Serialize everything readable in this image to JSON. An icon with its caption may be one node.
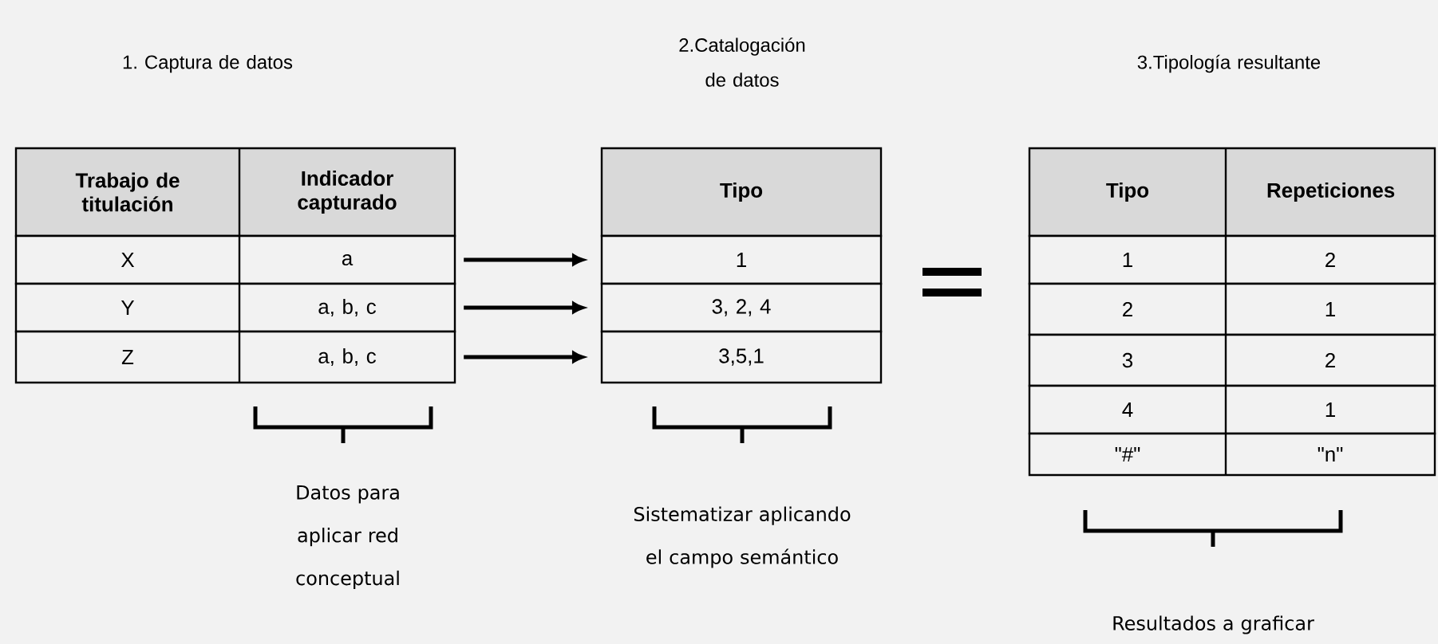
{
  "diagram": {
    "nodes": [
      {
        "text": [
          "Trabajo de titulación",
          "Indicador capturado"
        ]
      },
      {
        "text": [
          "X",
          "a"
        ]
      },
      {
        "text": [
          "Y",
          "a, b, c"
        ]
      },
      {
        "text": [
          "Z",
          "a, b, c"
        ]
      },
      {
        "text": [
          "Tipo"
        ]
      },
      {
        "text": [
          "1"
        ]
      },
      {
        "text": [
          "3, 2, 4"
        ]
      },
      {
        "text": [
          "3,5,1"
        ]
      },
      {
        "text": [
          "Tipo",
          "Repeticiones"
        ]
      },
      {
        "text": [
          "1",
          "2"
        ]
      },
      {
        "text": [
          "2",
          "1"
        ]
      },
      {
        "text": [
          "3",
          "2"
        ]
      },
      {
        "text": [
          "4",
          "1"
        ]
      },
      {
        "text": [
          "\"#\"",
          "\"n\""
        ]
      }
    ],
    "edges": [
      {
        "from": 1,
        "to": 5,
        "arrow": "to"
      },
      {
        "from": 2,
        "to": 6,
        "arrow": "to"
      },
      {
        "from": 3,
        "to": 7,
        "arrow": "to"
      }
    ],
    "labels": [
      "1. Captura de datos",
      "2.Catalogación de datos",
      "3.Tipología resultante",
      "Datos para aplicar red conceptual",
      "Sistematizar aplicando el campo semántico",
      "Resultados a graficar"
    ]
  }
}
